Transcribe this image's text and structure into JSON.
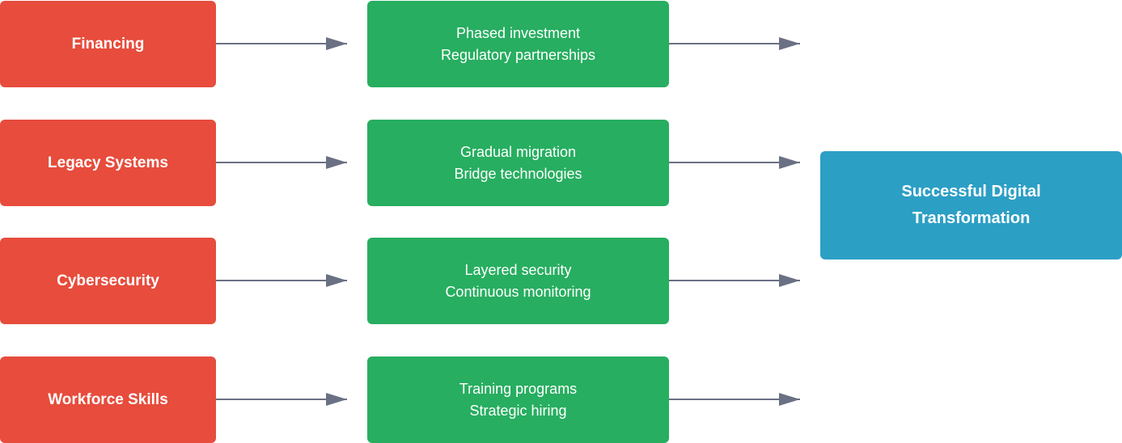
{
  "challenges": [
    {
      "label": "Financing"
    },
    {
      "label": "Legacy Systems"
    },
    {
      "label": "Cybersecurity"
    },
    {
      "label": "Workforce Skills"
    }
  ],
  "solutions": [
    {
      "line1": "Phased investment",
      "line2": "Regulatory partnerships"
    },
    {
      "line1": "Gradual migration",
      "line2": "Bridge technologies"
    },
    {
      "line1": "Layered security",
      "line2": "Continuous monitoring"
    },
    {
      "line1": "Training programs",
      "line2": "Strategic hiring"
    }
  ],
  "outcome": {
    "line1": "Successful Digital",
    "line2": "Transformation"
  },
  "colors": {
    "challenge": "#e74c3c",
    "solution": "#27ae60",
    "outcome": "#2c9fc5",
    "arrow": "#6b7184"
  }
}
